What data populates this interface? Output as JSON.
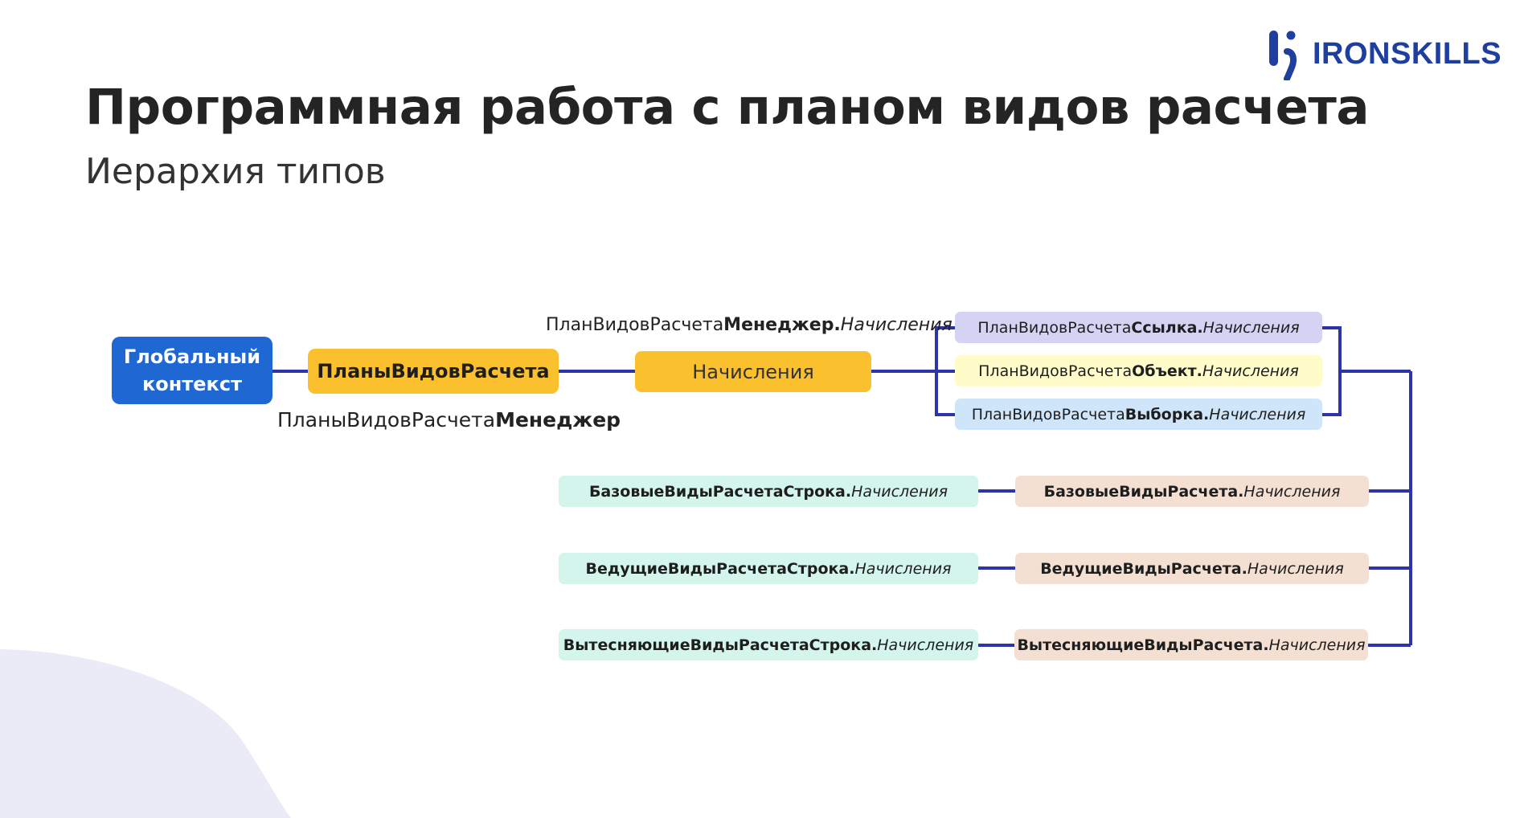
{
  "header": {
    "title": "Программная работа с планом видов расчета",
    "subtitle": "Иерархия типов",
    "logo_text": "IRONSKILLS"
  },
  "colors": {
    "connector": "#2b35a8",
    "global_context": "#1f68d3",
    "plans_nodes": "#fbc02d",
    "link_node": "#d4d3f4",
    "object_node": "#fffcc9",
    "selection_node": "#cfe6fa",
    "row_nodes": "#d3f5ec",
    "collection_nodes": "#f3e0d2",
    "logo": "#1f3fa0"
  },
  "icons": {
    "logo": "ironskills-logo-icon"
  },
  "diagram": {
    "global_context": "Глобальный\nконтекст",
    "plans_manager_node": "ПланыВидовРасчета",
    "accruals_manager_node": "Начисления",
    "label_plans_manager": {
      "prefix": "ПланыВидовРасчета",
      "bold": "Менеджер"
    },
    "label_accruals_manager": {
      "prefix": "ПланВидовРасчета",
      "bold": "Менеджер.",
      "italic": "Начисления"
    },
    "object_types": [
      {
        "prefix": "ПланВидовРасчета",
        "bold": "Ссылка.",
        "italic": "Начисления"
      },
      {
        "prefix": "ПланВидовРасчета",
        "bold": "Объект.",
        "italic": "Начисления"
      },
      {
        "prefix": "ПланВидовРасчета",
        "bold": "Выборка.",
        "italic": "Начисления"
      }
    ],
    "row_types": [
      {
        "bold": "БазовыеВидыРасчетаСтрока.",
        "italic": "Начисления"
      },
      {
        "bold": "ВедущиеВидыРасчетаСтрока.",
        "italic": "Начисления"
      },
      {
        "bold": "ВытесняющиеВидыРасчетаСтрока.",
        "italic": "Начисления"
      }
    ],
    "collection_types": [
      {
        "bold": "БазовыеВидыРасчета.",
        "italic": "Начисления"
      },
      {
        "bold": "ВедущиеВидыРасчета.",
        "italic": "Начисления"
      },
      {
        "bold": "ВытесняющиеВидыРасчета.",
        "italic": "Начисления"
      }
    ]
  }
}
